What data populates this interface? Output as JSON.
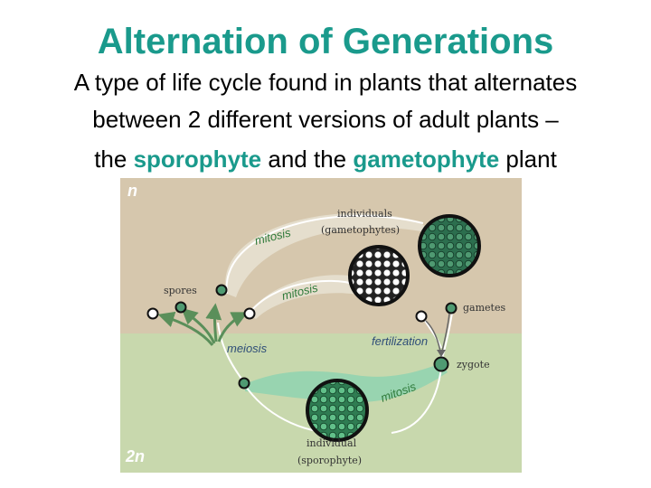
{
  "slide": {
    "title": "Alternation of Generations",
    "subtitle_line1": "A type of life cycle found in plants that alternates",
    "subtitle_line2": "between 2 different versions of adult plants –",
    "subtitle_line3_a": "the",
    "subtitle_sporophyte": "sporophyte",
    "subtitle_line3_b": "and the",
    "subtitle_gametophyte": "gametophyte",
    "subtitle_line3_c": "plant"
  },
  "diagram": {
    "haploid_label": "n",
    "diploid_label": "2n",
    "individuals_line1": "individuals",
    "individuals_line2": "(gametophytes)",
    "spores": "spores",
    "gametes": "gametes",
    "zygote": "zygote",
    "meiosis": "meiosis",
    "fertilization": "fertilization",
    "mitosis_top": "mitosis",
    "mitosis_middle": "mitosis",
    "mitosis_bottom": "mitosis",
    "individual_line1": "individual",
    "individual_line2": "(sporophyte)",
    "colors": {
      "haploid_zone": "#d6c7ad",
      "diploid_zone": "#c8d8ad",
      "green_label": "#2f7a3a",
      "blue_label": "#2f4e78",
      "title_teal": "#1a9a8c"
    }
  }
}
